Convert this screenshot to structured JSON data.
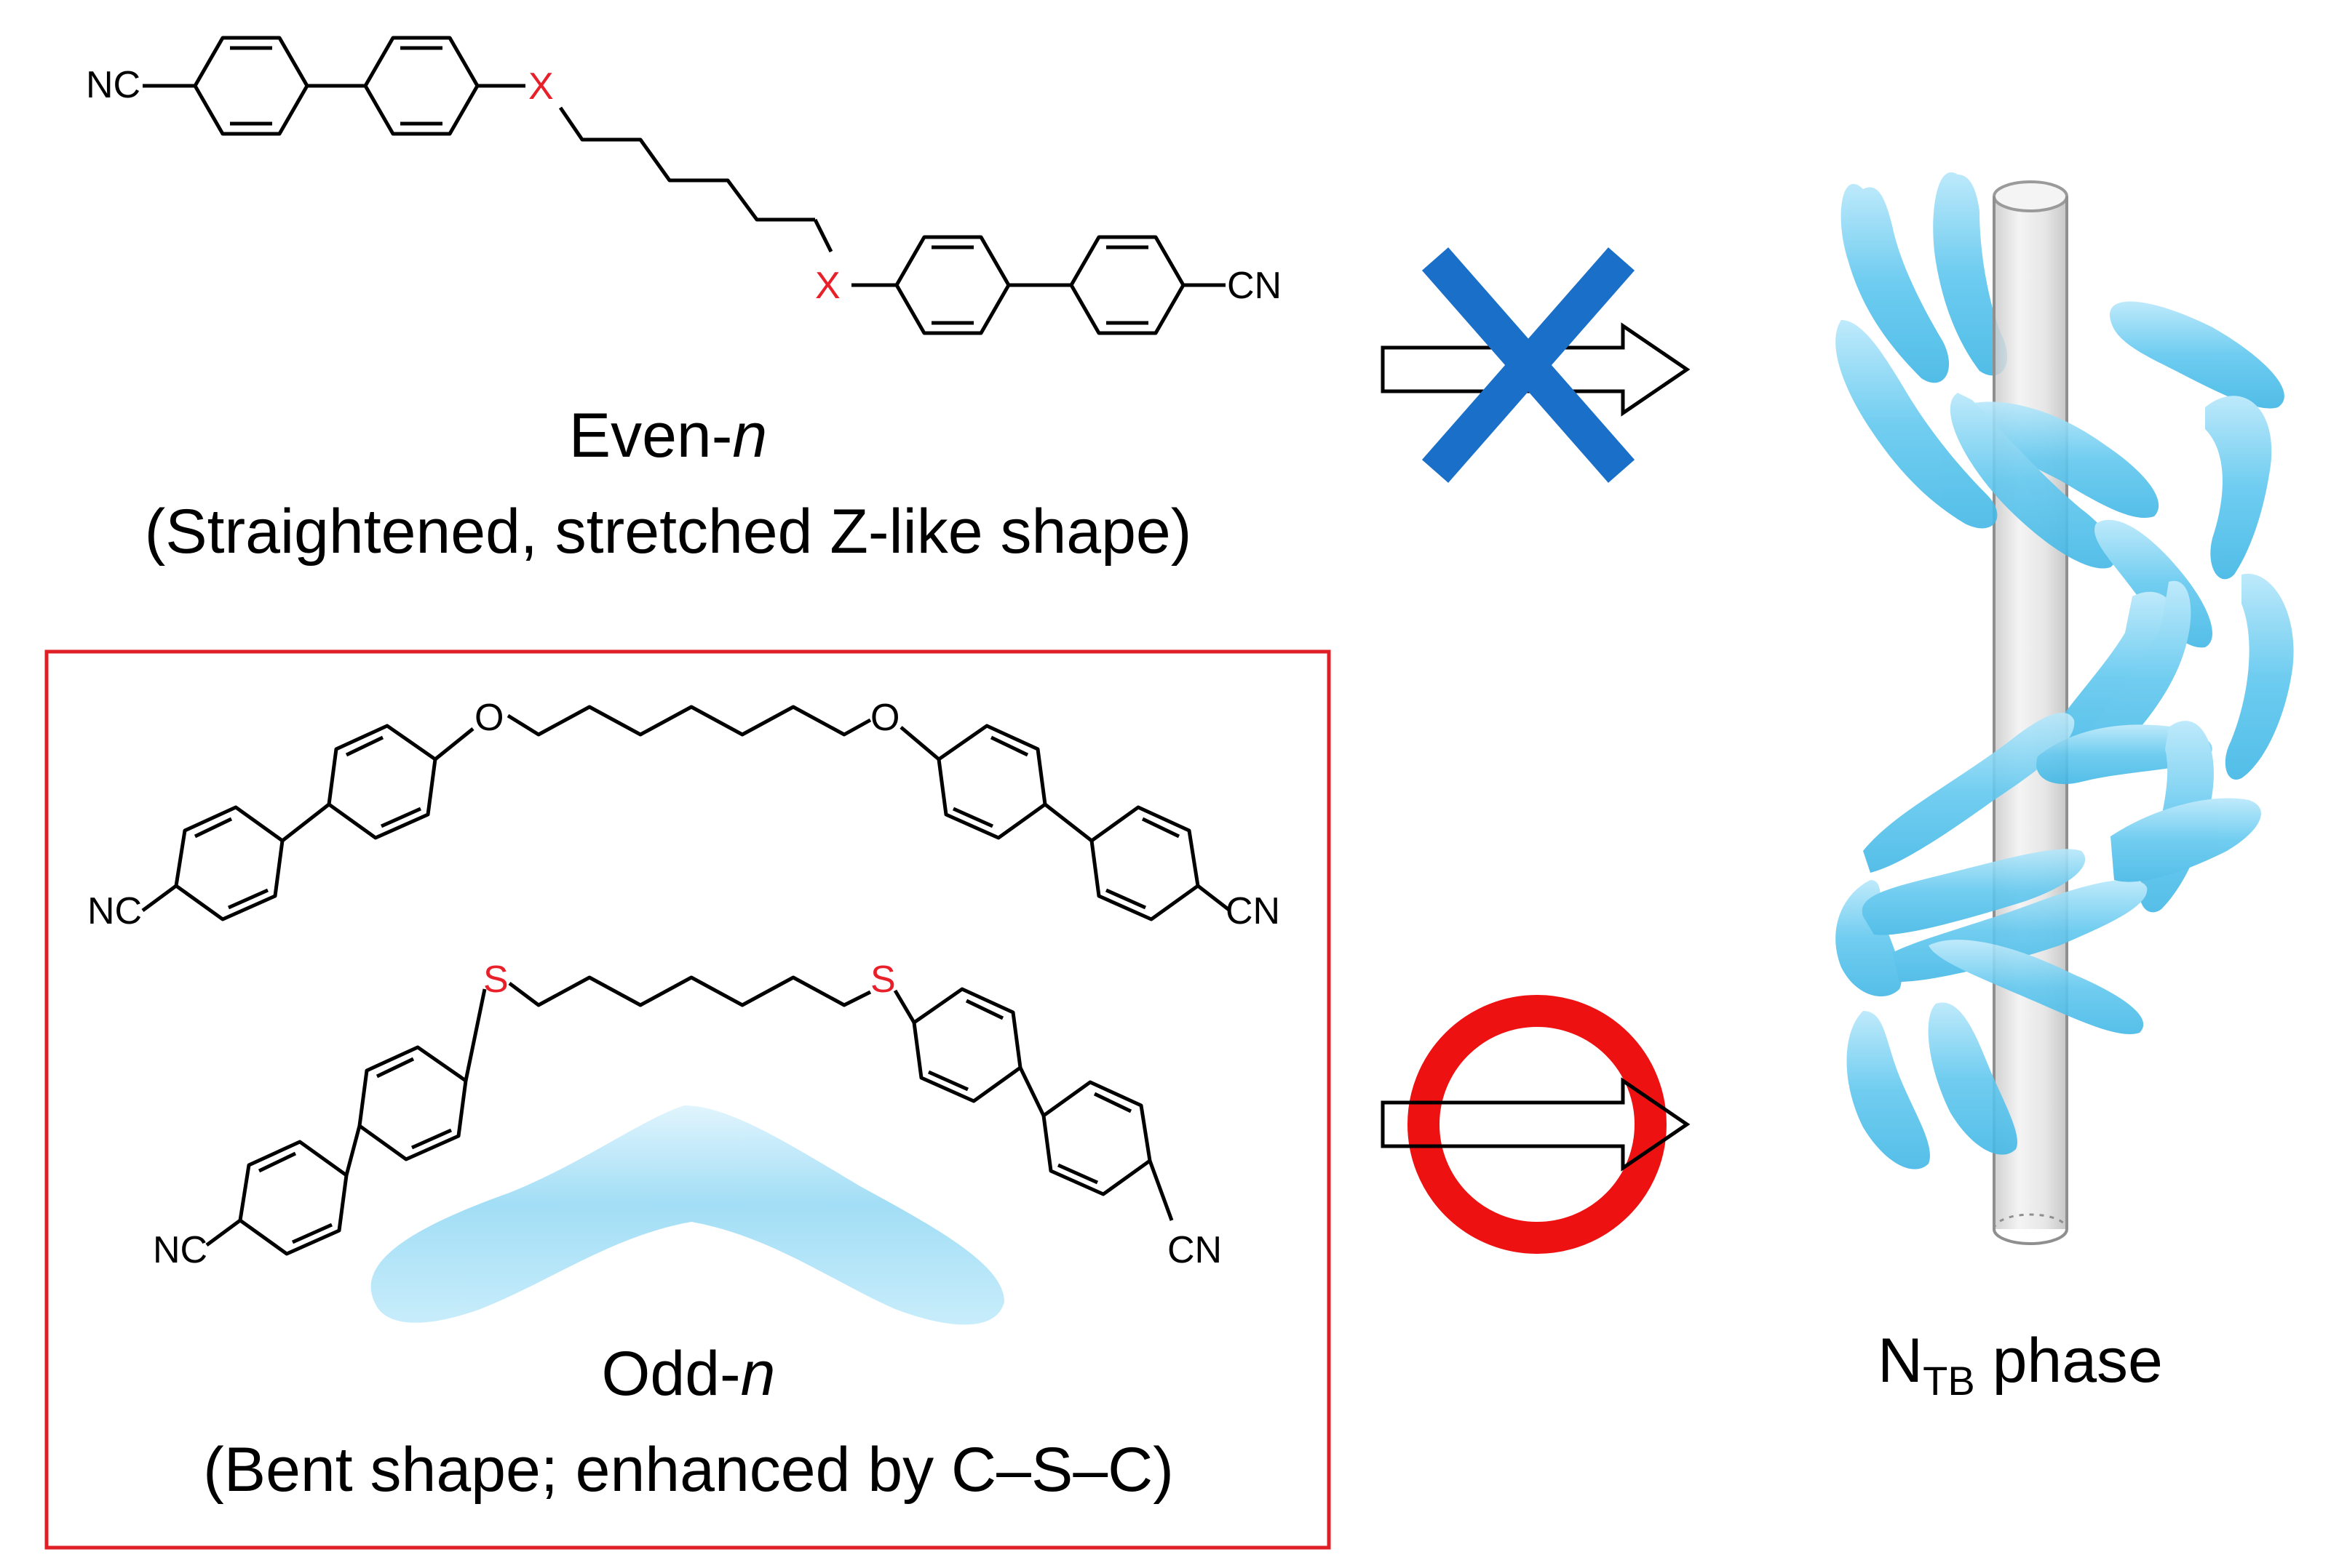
{
  "even": {
    "title_main": "Even-",
    "title_italic": "n",
    "subtitle": "(Straightened, stretched Z-like shape)",
    "left_terminal": "NC",
    "right_terminal": "CN",
    "linker_atom": "X"
  },
  "odd": {
    "title_main": "Odd-",
    "title_italic": "n",
    "subtitle": "(Bent shape; enhanced by C–S–C)",
    "ether": {
      "linker_atom": "O",
      "left_terminal": "NC",
      "right_terminal": "CN"
    },
    "thioether": {
      "linker_atom": "S",
      "left_terminal": "NC",
      "right_terminal": "CN"
    }
  },
  "phase": {
    "label_main": "N",
    "label_sub": "TB",
    "label_tail": " phase"
  },
  "colors": {
    "heteroatom_red": "#e8202a",
    "box_border": "#e01e26",
    "cross_blue": "#1a6fc9",
    "circle_red": "#ee1111",
    "mesogen_blue": "#5ec4ea",
    "rod_grey": "#d6d6d6"
  },
  "icons": {
    "forbidden": "blue-x-icon",
    "allowed": "red-circle-icon",
    "arrow": "hollow-right-arrow-icon"
  }
}
